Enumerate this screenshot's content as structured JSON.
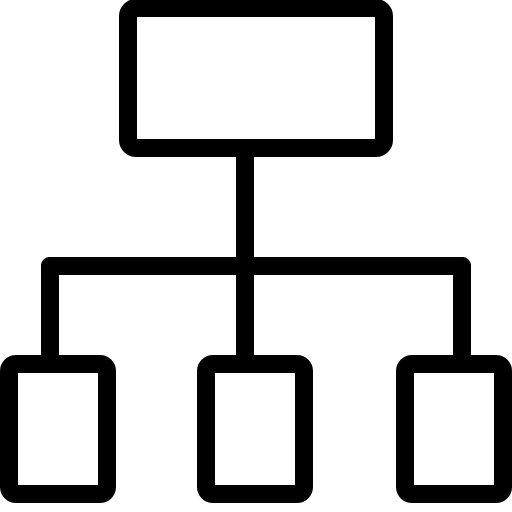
{
  "icon": {
    "name": "hierarchy-icon",
    "stroke_color": "#000000",
    "background_color": "#ffffff",
    "nodes": {
      "root": "root-node",
      "children": [
        "child-node-left",
        "child-node-center",
        "child-node-right"
      ]
    }
  }
}
